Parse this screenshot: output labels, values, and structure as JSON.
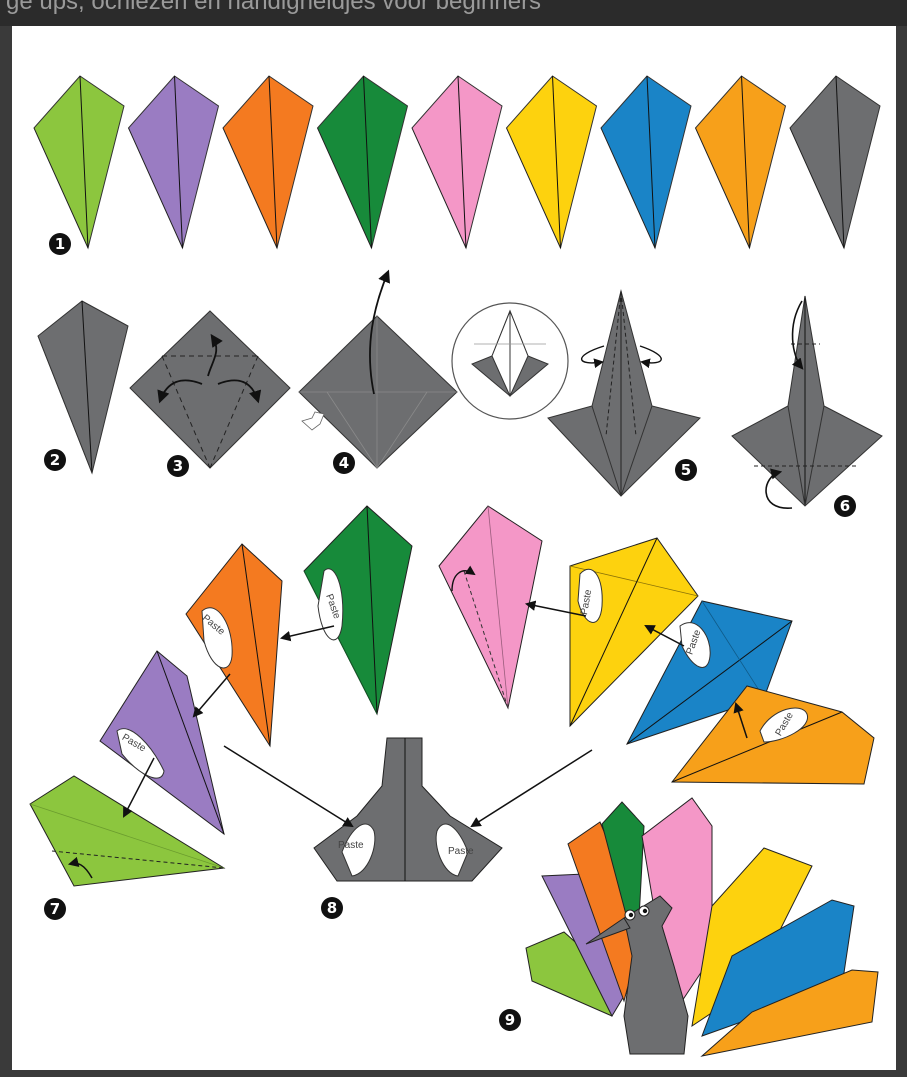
{
  "page": {
    "banner_text": "ge ups, ochiezen en handigheidjes voor beginners"
  },
  "steps": [
    "1",
    "2",
    "3",
    "4",
    "5",
    "6",
    "7",
    "8",
    "9"
  ],
  "paste_label": "Paste",
  "colors": {
    "lime": "#8cc63e",
    "purple": "#9a7cc2",
    "orange_red": "#f47a20",
    "green": "#178a3a",
    "pink": "#f497c7",
    "yellow": "#fdd20e",
    "blue": "#1a84c7",
    "orange": "#f7a01a",
    "gray": "#6d6e70"
  }
}
